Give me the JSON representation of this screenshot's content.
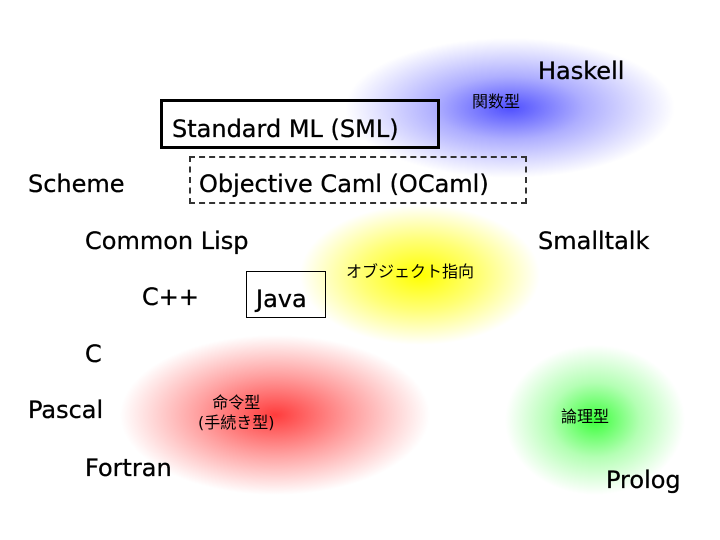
{
  "categories": {
    "functional": "関数型",
    "object_oriented": "オブジェクト指向",
    "imperative_line1": "命令型",
    "imperative_line2": "(手続き型)",
    "logic": "論理型"
  },
  "languages": {
    "haskell": "Haskell",
    "sml": "Standard ML (SML)",
    "scheme": "Scheme",
    "ocaml": "Objective Caml (OCaml)",
    "common_lisp": "Common Lisp",
    "smalltalk": "Smalltalk",
    "cpp": "C++",
    "java": "Java",
    "c": "C",
    "pascal": "Pascal",
    "fortran": "Fortran",
    "prolog": "Prolog"
  },
  "colors": {
    "functional": "#4646ff",
    "object_oriented": "#ffff00",
    "imperative": "#ff3c3c",
    "logic": "#3cff3c"
  }
}
